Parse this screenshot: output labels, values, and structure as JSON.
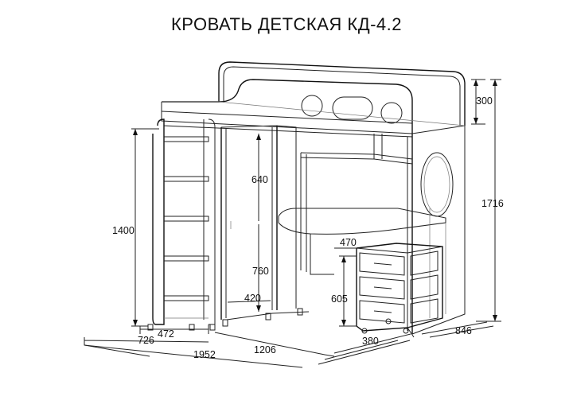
{
  "title": "КРОВАТЬ ДЕТСКАЯ КД-4.2",
  "dimensions": {
    "top_panel_height": "300",
    "total_height": "1716",
    "shelf_height": "640",
    "side_height": "1400",
    "cabinet_lower_height": "760",
    "cabinet_depth": "420",
    "drawer_width": "470",
    "drawer_height": "605",
    "ladder_width": "472",
    "left_depth": "726",
    "total_length": "1952",
    "desk_length": "1206",
    "drawer_depth": "380",
    "total_depth": "846"
  },
  "colors": {
    "line": "#222222",
    "text": "#111111",
    "background": "#ffffff"
  }
}
